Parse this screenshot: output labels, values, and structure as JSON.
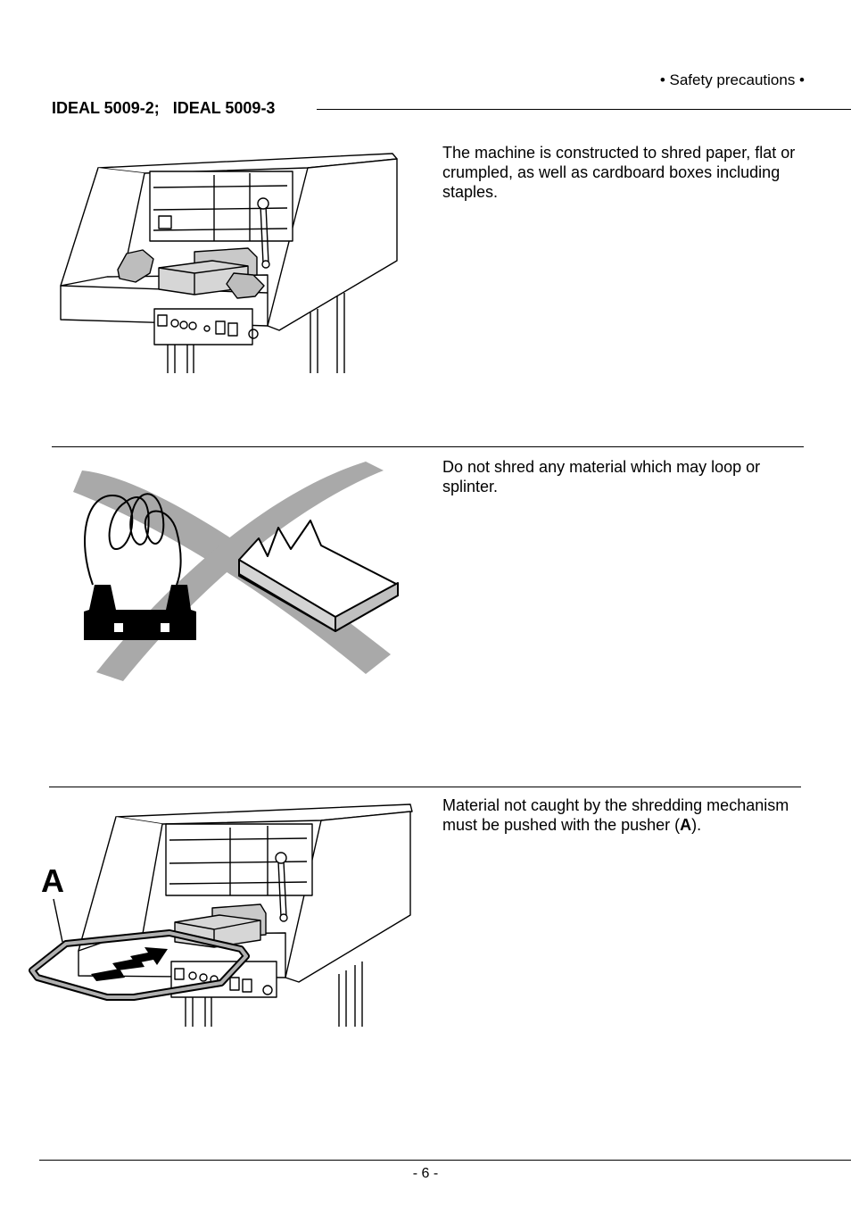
{
  "header": {
    "section_label": "• Safety precautions •",
    "model_label": "IDEAL 5009-2;   IDEAL 5009-3"
  },
  "sections": [
    {
      "text": "The machine is constructed to shred paper, flat or crumpled, as well as cardboard boxes including staples."
    },
    {
      "text": "Do not shred any material which may loop or splinter."
    },
    {
      "text_before": "Material not caught by the shredding mechanism must be pushed with the pusher (",
      "text_bold": "A",
      "text_after": ").",
      "callout": "A"
    }
  ],
  "footer": {
    "page_number": "- 6 -"
  }
}
